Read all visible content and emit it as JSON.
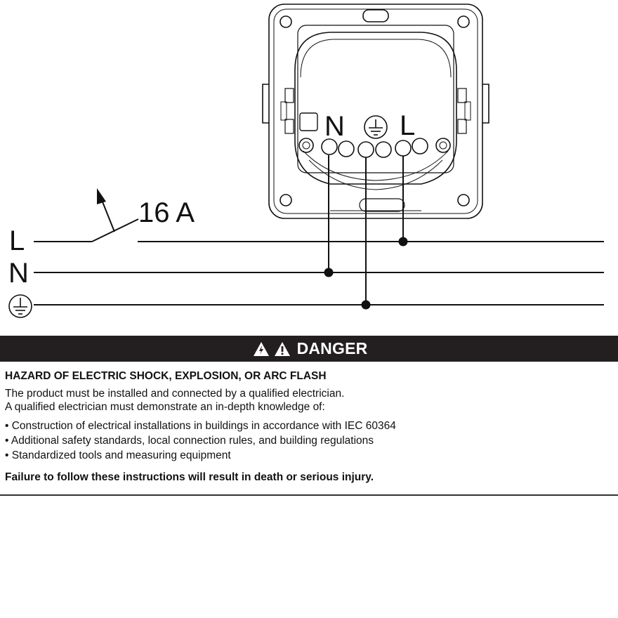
{
  "diagram": {
    "line_labels": {
      "live": "L",
      "neutral": "N"
    },
    "fuse_label": "16 A",
    "terminal_labels": {
      "neutral": "N",
      "live": "L"
    },
    "icons": {
      "earth": "earth-ground-icon",
      "warning": "warning-triangle-icon"
    }
  },
  "danger": {
    "title": "DANGER",
    "hazard": "HAZARD OF ELECTRIC SHOCK, EXPLOSION, OR ARC FLASH",
    "intro": [
      "The product must be installed and connected by a qualified electrician.",
      "A qualified electrician must demonstrate an in-depth knowledge of:"
    ],
    "bullets": [
      "Construction of electrical installations in buildings in accordance with IEC 60364",
      "Additional safety standards, local connection rules, and building regulations",
      "Standardized tools and measuring equipment"
    ],
    "failure": "Failure to follow these instructions will result in death or serious injury."
  },
  "colors": {
    "danger_bar": "#231f20",
    "line": "#111111"
  }
}
